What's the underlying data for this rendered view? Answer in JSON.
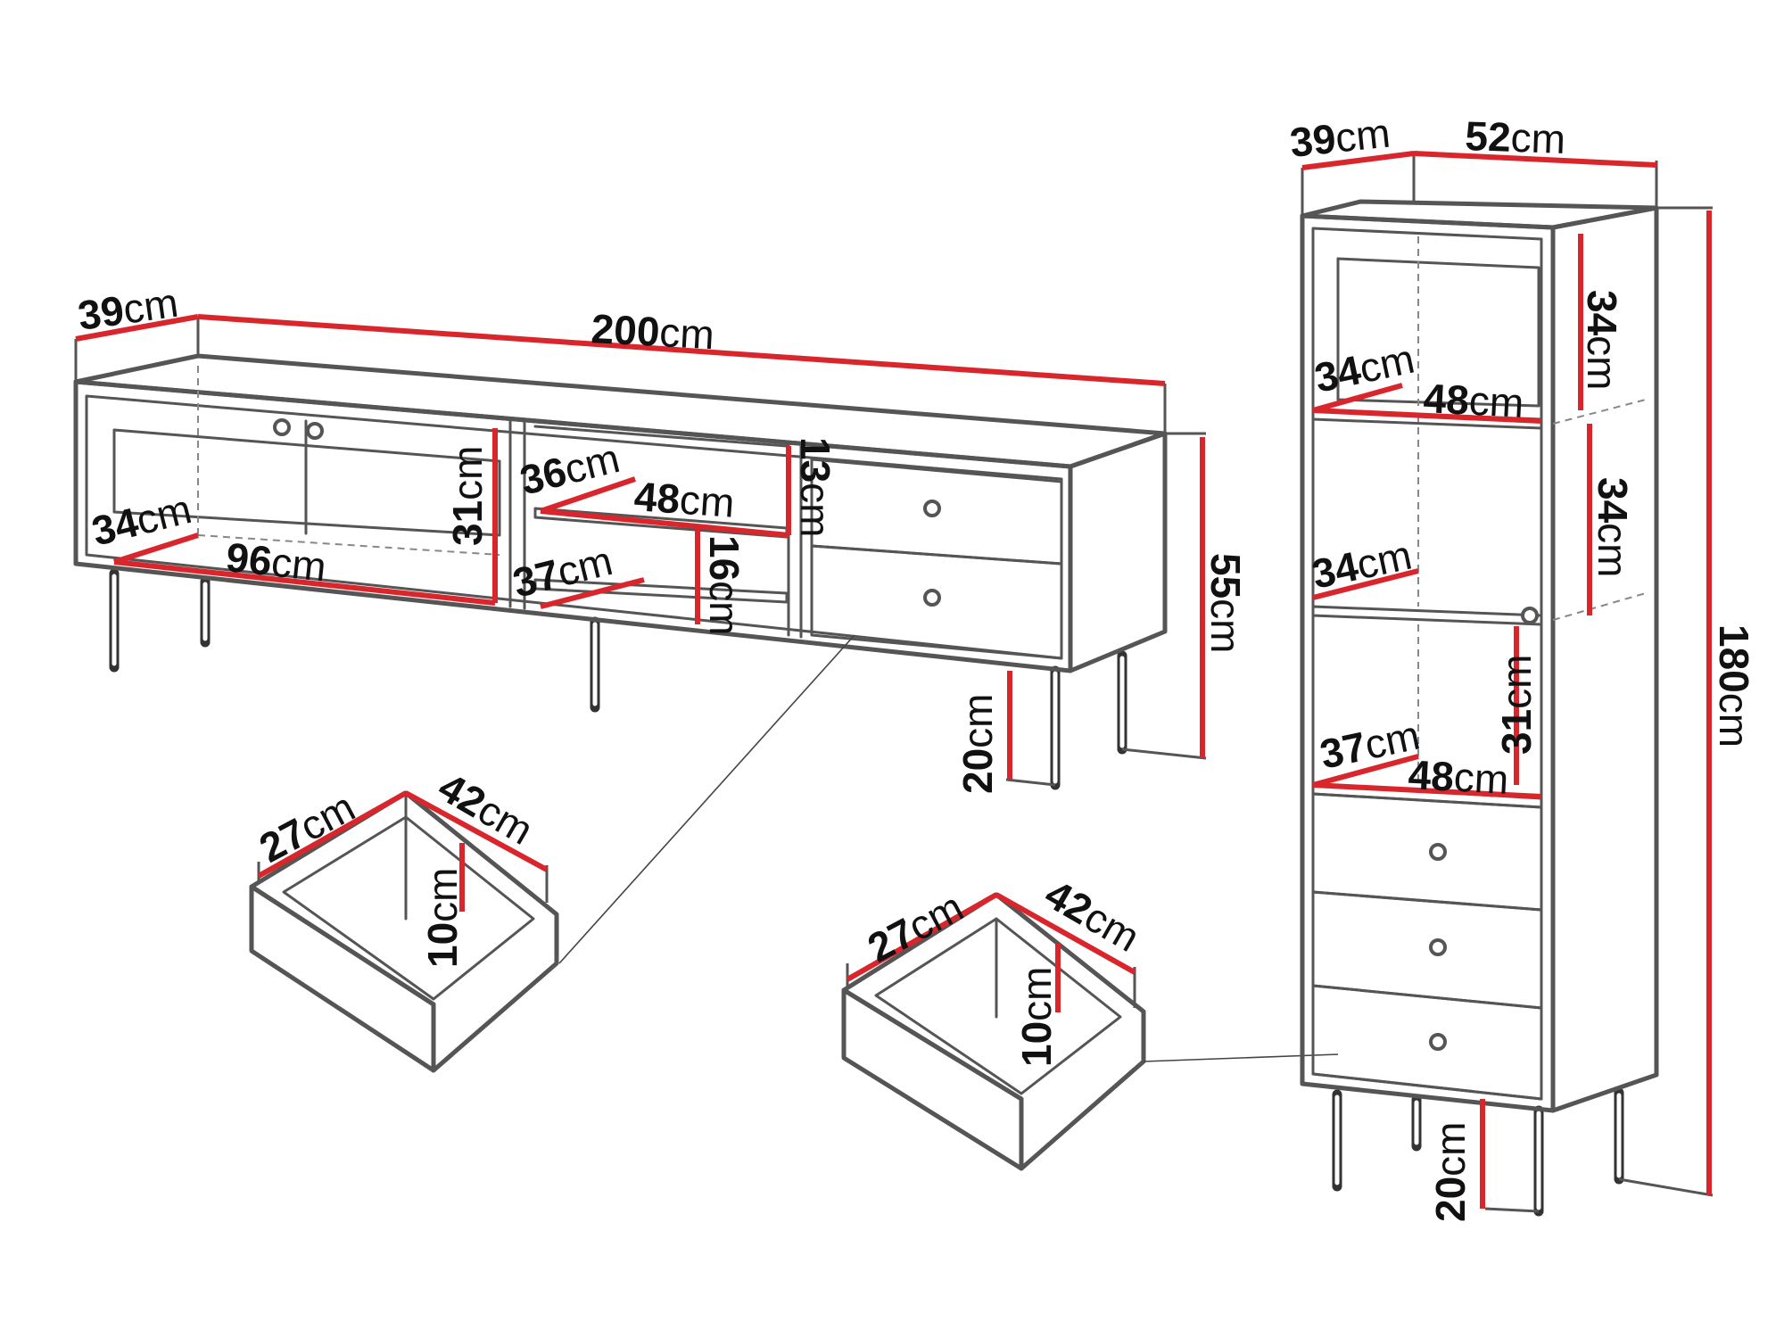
{
  "colors": {
    "dimension_line": "#d9262c",
    "outline": "#555555",
    "text": "#111111",
    "background": "#ffffff"
  },
  "tv_cabinet": {
    "depth": {
      "value": "39",
      "unit": "cm"
    },
    "width": {
      "value": "200",
      "unit": "cm"
    },
    "height": {
      "value": "55",
      "unit": "cm"
    },
    "leg_height": {
      "value": "20",
      "unit": "cm"
    },
    "compartment_depth": {
      "value": "34",
      "unit": "cm"
    },
    "compartment_width": {
      "value": "96",
      "unit": "cm"
    },
    "compartment_height": {
      "value": "31",
      "unit": "cm"
    },
    "upper_shelf_depth": {
      "value": "36",
      "unit": "cm"
    },
    "upper_shelf_width": {
      "value": "48",
      "unit": "cm"
    },
    "upper_shelf_height": {
      "value": "13",
      "unit": "cm"
    },
    "lower_shelf_depth": {
      "value": "37",
      "unit": "cm"
    },
    "lower_shelf_height": {
      "value": "16",
      "unit": "cm"
    }
  },
  "drawer_left": {
    "depth": {
      "value": "27",
      "unit": "cm"
    },
    "width": {
      "value": "42",
      "unit": "cm"
    },
    "height": {
      "value": "10",
      "unit": "cm"
    }
  },
  "drawer_right": {
    "depth": {
      "value": "27",
      "unit": "cm"
    },
    "width": {
      "value": "42",
      "unit": "cm"
    },
    "height": {
      "value": "10",
      "unit": "cm"
    }
  },
  "tall_cabinet": {
    "depth": {
      "value": "39",
      "unit": "cm"
    },
    "width": {
      "value": "52",
      "unit": "cm"
    },
    "height": {
      "value": "180",
      "unit": "cm"
    },
    "leg_height": {
      "value": "20",
      "unit": "cm"
    },
    "top_shelf_height": {
      "value": "34",
      "unit": "cm"
    },
    "top_shelf_depth": {
      "value": "34",
      "unit": "cm"
    },
    "top_shelf_width": {
      "value": "48",
      "unit": "cm"
    },
    "middle_shelf_height": {
      "value": "34",
      "unit": "cm"
    },
    "middle_shelf_depth": {
      "value": "34",
      "unit": "cm"
    },
    "bottom_shelf_depth": {
      "value": "37",
      "unit": "cm"
    },
    "bottom_shelf_width": {
      "value": "48",
      "unit": "cm"
    },
    "bottom_shelf_height": {
      "value": "31",
      "unit": "cm"
    }
  }
}
